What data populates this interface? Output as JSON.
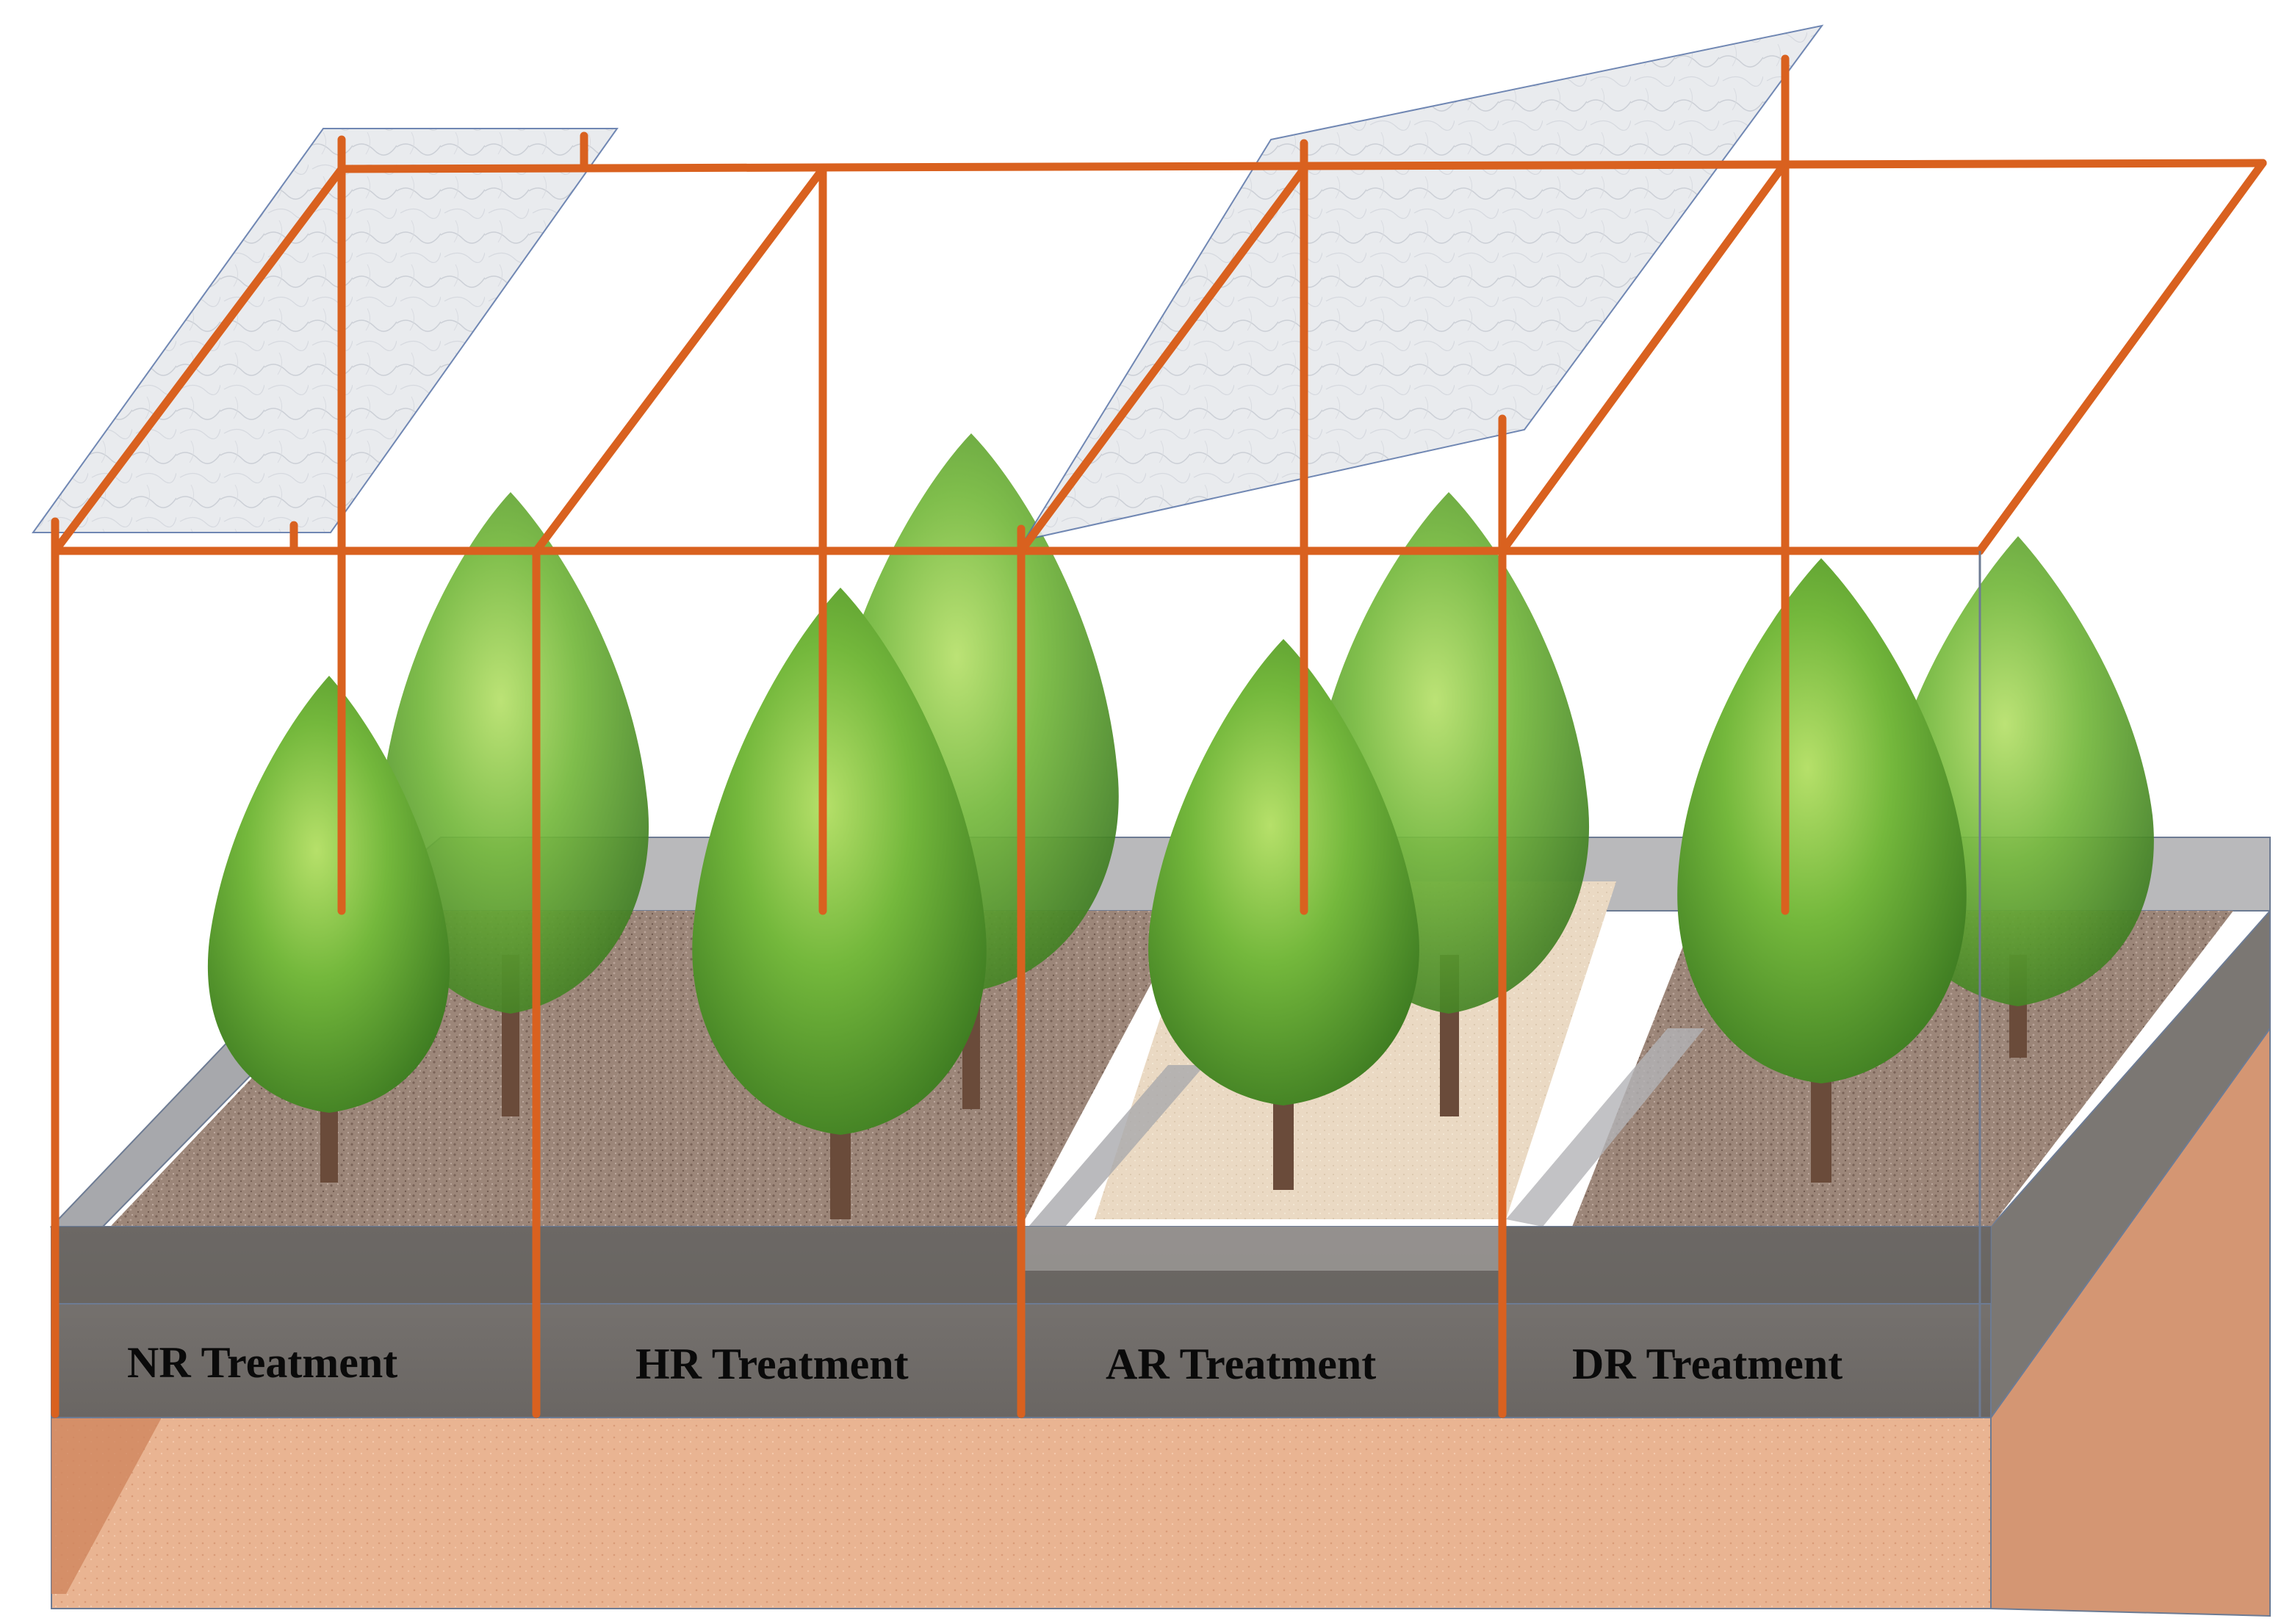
{
  "diagram": {
    "treatments": [
      {
        "label": "NR Treatment"
      },
      {
        "label": "HR Treatment"
      },
      {
        "label": "AR Treatment"
      },
      {
        "label": "DR Treatment"
      }
    ],
    "colors": {
      "frame": "#d9611f",
      "soil_brown": "#9a8578",
      "soil_sand": "#ecdcc6",
      "base_clay": "#e8b18f",
      "panel_gray": "#6e6a66",
      "tree_green": "#6fb63a",
      "shelter_sheet": "#e9ecef"
    }
  }
}
